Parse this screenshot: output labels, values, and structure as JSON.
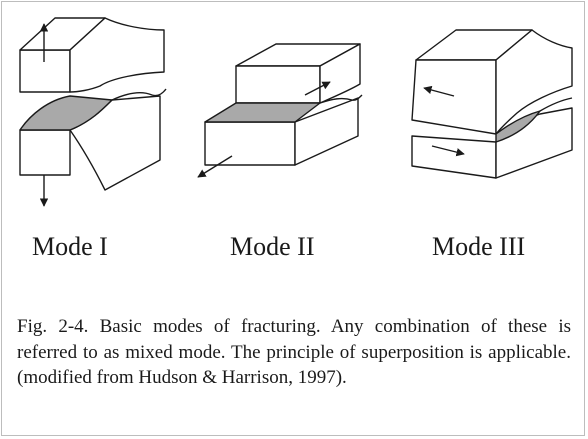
{
  "modes": [
    {
      "label": "Mode I"
    },
    {
      "label": "Mode II"
    },
    {
      "label": "Mode III"
    }
  ],
  "caption": "Fig. 2-4. Basic modes of fracturing. Any combination of these is referred to as mixed mode. The principle of superposition is applicable. (modified from Hudson & Harrison, 1997).",
  "colors": {
    "line": "#1a1a1a",
    "fracture_surface": "#a9a9a9",
    "frame": "#bdbdbd"
  }
}
